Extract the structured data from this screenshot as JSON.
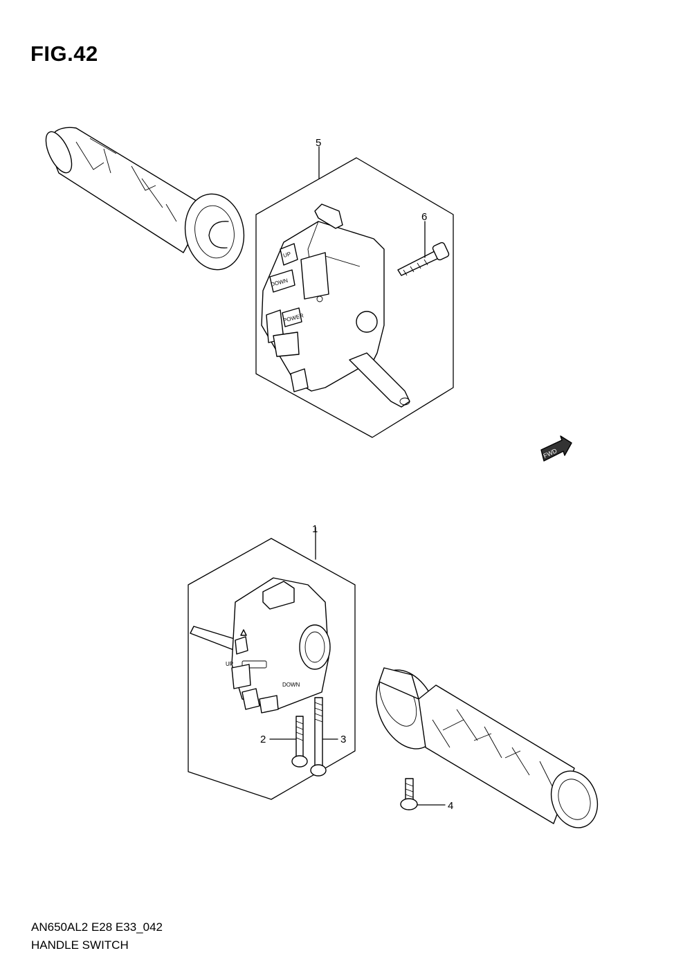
{
  "figure": {
    "title": "FIG.42"
  },
  "footer": {
    "code": "AN650AL2 E28 E33_042",
    "name": "HANDLE SWITCH"
  },
  "callouts": [
    "1",
    "2",
    "3",
    "4",
    "5",
    "6"
  ],
  "switch_labels": {
    "right": {
      "up": "UP",
      "down": "DOWN",
      "power": "POWER"
    },
    "left": {
      "up": "UP",
      "down": "DOWN"
    }
  },
  "direction_marker": {
    "label": "FWD"
  }
}
